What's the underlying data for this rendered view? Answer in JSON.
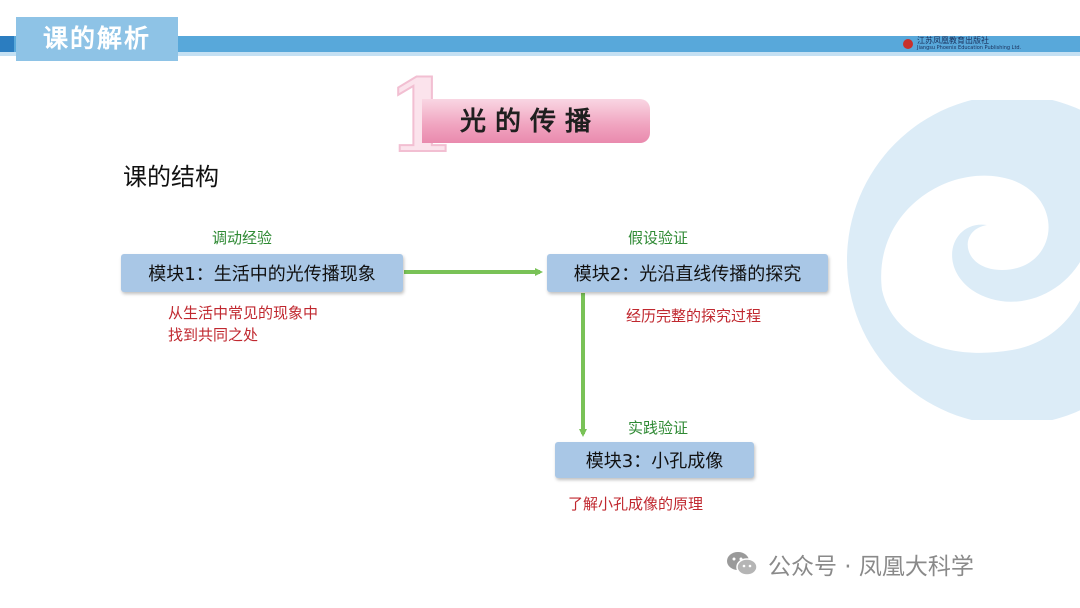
{
  "header": {
    "tab_title": "课的解析",
    "publisher_cn": "江苏凤凰教育出版社",
    "publisher_en": "Jiangsu Phoenix Education Publishing Ltd."
  },
  "chapter": {
    "number": "1",
    "title": "光的传播"
  },
  "section_title": "课的结构",
  "modules": [
    {
      "label": "模块1：生活中的光传播现象",
      "above": "调动经验",
      "below": [
        "从生活中常见的现象中",
        "找到共同之处"
      ]
    },
    {
      "label": "模块2：光沿直线传播的探究",
      "above": "假设验证",
      "below": [
        "经历完整的探究过程"
      ]
    },
    {
      "label": "模块3：小孔成像",
      "above": "实践验证",
      "below": [
        "了解小孔成像的原理"
      ]
    }
  ],
  "watermark": "公众号 · 凤凰大科学",
  "colors": {
    "header_band": "#58a8da",
    "module_box": "#a9c7e6",
    "arrow": "#79c257",
    "label_green": "#2f8a34",
    "label_red": "#c0282f"
  }
}
